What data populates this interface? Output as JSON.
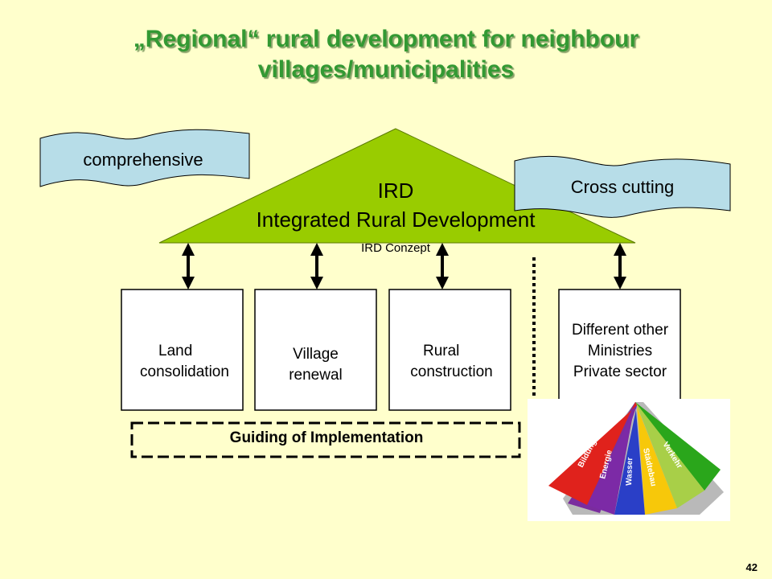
{
  "title": {
    "line1": "„Regional“ rural development for neighbour",
    "line2": "villages/municipalities"
  },
  "triangle": {
    "line1": "IRD",
    "line2": "Integrated Rural Development",
    "line3": "IRD Conzept"
  },
  "flags": {
    "left": "comprehensive",
    "right": "Cross cutting"
  },
  "boxes": [
    {
      "line1": "Land",
      "line2": "consolidation"
    },
    {
      "line1": "Village",
      "line2": "renewal"
    },
    {
      "line1": "Rural",
      "line2": "construction"
    },
    {
      "line1": "Different other",
      "line2": "Ministries",
      "line3": "Private sector"
    }
  ],
  "guiding": "Guiding of Implementation",
  "fan": {
    "words": [
      "Bildung",
      "Energie",
      "Wasser",
      "Städtebau",
      "Verkehr"
    ]
  },
  "page_number": "42",
  "colors": {
    "background": "#ffffcc",
    "title": "#339933",
    "triangle": "#99cc00",
    "flag": "#b7dde8"
  }
}
